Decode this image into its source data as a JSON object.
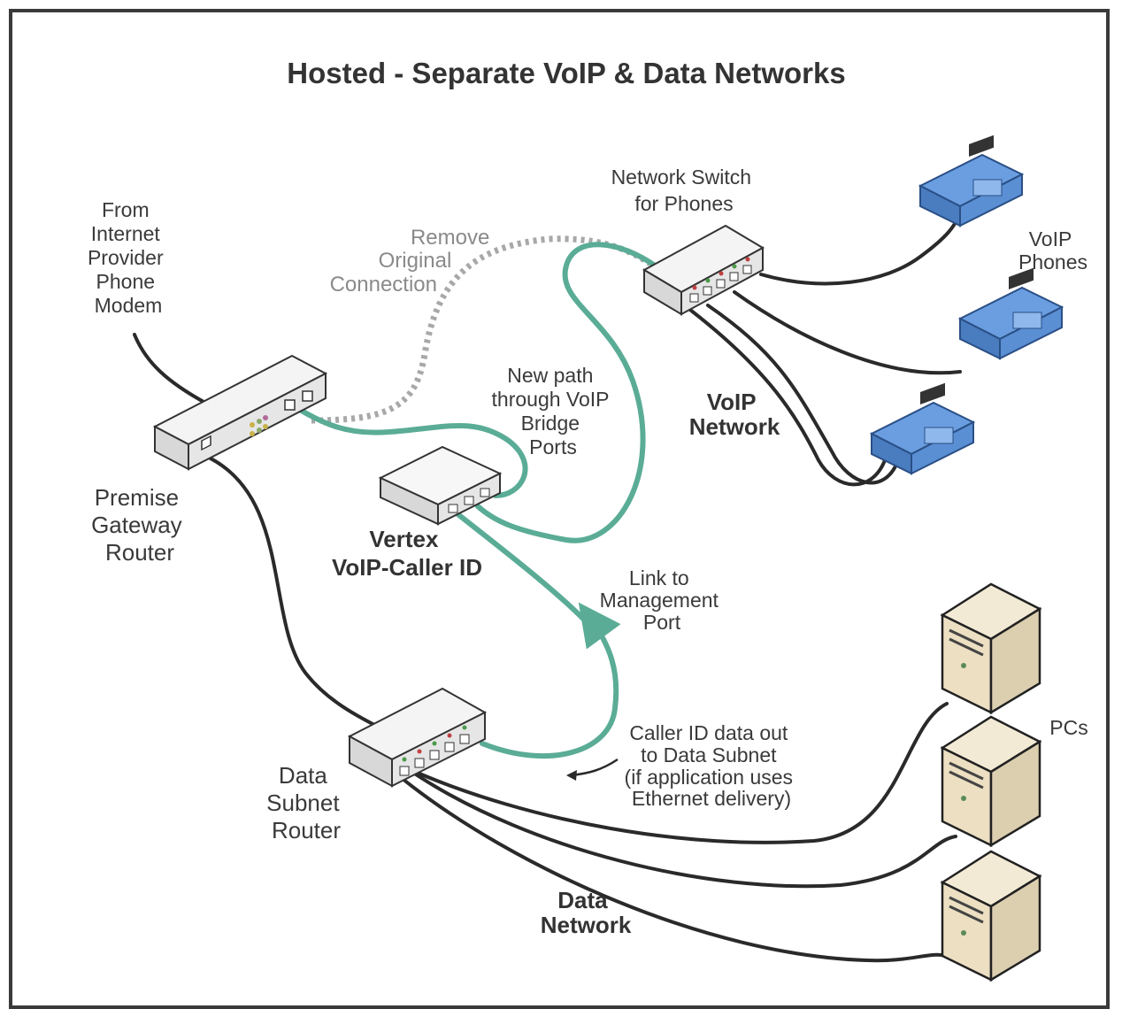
{
  "title": "Hosted - Separate VoIP & Data Networks",
  "labels": {
    "from_internet": [
      "From",
      "Internet",
      "Provider",
      "Phone",
      "Modem"
    ],
    "premise_gateway": [
      "Premise",
      "Gateway",
      "Router"
    ],
    "remove_original": [
      "Remove",
      "Original",
      "Connection"
    ],
    "network_switch": [
      "Network Switch",
      "for Phones"
    ],
    "voip_phones": [
      "VoIP",
      "Phones"
    ],
    "new_path": [
      "New path",
      "through VoIP",
      "Bridge",
      "Ports"
    ],
    "voip_network": [
      "VoIP",
      "Network"
    ],
    "vertex": [
      "Vertex",
      "VoIP-Caller ID"
    ],
    "link_mgmt": [
      "Link to",
      "Management",
      "Port"
    ],
    "pcs": "PCs",
    "caller_id_out": [
      "Caller ID data out",
      "to Data Subnet",
      "(if application uses",
      "Ethernet delivery)"
    ],
    "data_subnet": [
      "Data",
      "Subnet",
      "Router"
    ],
    "data_network": [
      "Data",
      "Network"
    ]
  },
  "colors": {
    "teal_cable": "#5aac96",
    "dark_cable": "#2a2a2a",
    "dotted_cable": "#a8a8a8",
    "phone_blue": "#5b8fd4",
    "pc_beige": "#ecdfc2"
  },
  "icons": [
    "gateway-router-icon",
    "network-switch-icon",
    "caller-id-box-icon",
    "data-router-icon",
    "voip-phone-icon",
    "pc-tower-icon"
  ]
}
